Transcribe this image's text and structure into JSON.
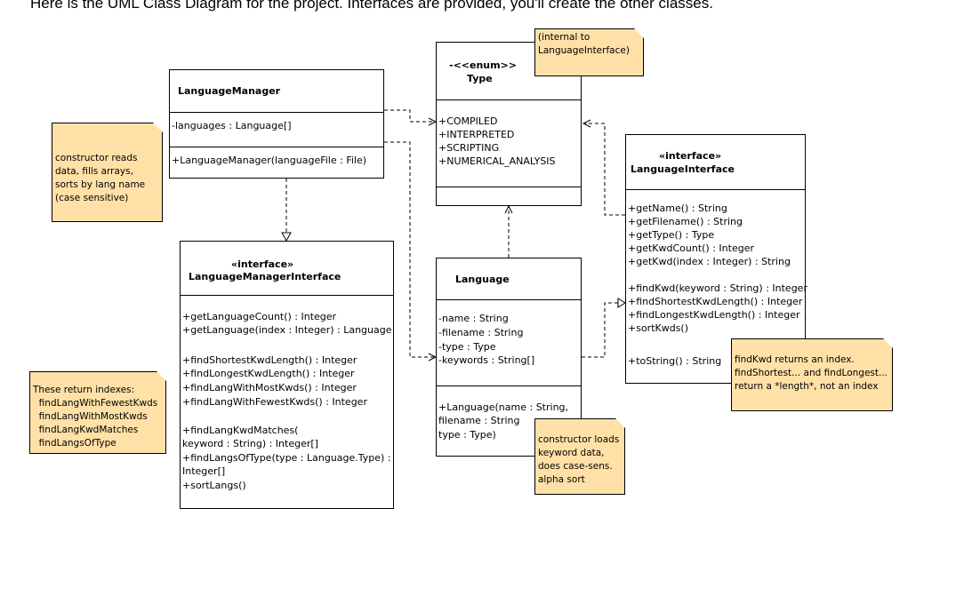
{
  "caption": "Here is the UML Class Diagram for the project.  Interfaces are provided, you'll create the other classes.",
  "classes": {
    "language_manager": {
      "name": "LanguageManager",
      "attributes": [
        "-languages : Language[]"
      ],
      "operations": [
        "+LanguageManager(languageFile : File)"
      ]
    },
    "type_enum": {
      "stereotype": "-<<enum>>",
      "name": "Type",
      "literals": [
        "+COMPILED",
        "+INTERPRETED",
        "+SCRIPTING",
        "+NUMERICAL_ANALYSIS"
      ]
    },
    "language_interface": {
      "stereotype": "«interface»",
      "name": "LanguageInterface",
      "operations_group1": [
        "+getName() : String",
        "+getFilename() : String",
        "+getType() : Type",
        "+getKwdCount() : Integer",
        "+getKwd(index : Integer) : String"
      ],
      "operations_group2": [
        "+findKwd(keyword : String) : Integer",
        "+findShortestKwdLength() : Integer",
        "+findLongestKwdLength() : Integer",
        "+sortKwds()"
      ],
      "operations_group3": [
        "+toString() : String"
      ]
    },
    "language_manager_interface": {
      "stereotype": "«interface»",
      "name": "LanguageManagerInterface",
      "operations_group1": [
        "+getLanguageCount() : Integer",
        "+getLanguage(index : Integer) : Language"
      ],
      "operations_group2": [
        "+findShortestKwdLength() : Integer",
        "+findLongestKwdLength() : Integer",
        "+findLangWithMostKwds() : Integer",
        "+findLangWithFewestKwds() : Integer"
      ],
      "operations_group3": [
        "+findLangKwdMatches(",
        "   keyword : String) : Integer[]",
        "+findLangsOfType(type : Language.Type) :",
        "   Integer[]",
        "+sortLangs()"
      ]
    },
    "language": {
      "name": "Language",
      "attributes": [
        "-name : String",
        "-filename : String",
        "-type : Type",
        "-keywords : String[]"
      ],
      "operations": [
        "+Language(name : String,",
        "   filename : String",
        "   type : Type)"
      ]
    }
  },
  "notes": {
    "enum_note": [
      "(internal to",
      "LanguageInterface)"
    ],
    "manager_note": [
      "constructor reads",
      "data, fills arrays,",
      "sorts by lang name",
      "(case sensitive)"
    ],
    "indexes_note": [
      "These return indexes:",
      "  findLangWithFewestKwds",
      "  findLangWithMostKwds",
      "  findLangKwdMatches",
      "  findLangsOfType"
    ],
    "language_note": [
      "constructor loads",
      "keyword data,",
      "does case-sens.",
      "alpha sort"
    ],
    "findkwd_note": [
      "findKwd returns an index.",
      "findShortest... and findLongest...",
      "return a *length*, not an index"
    ]
  }
}
